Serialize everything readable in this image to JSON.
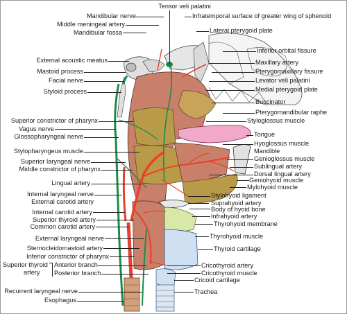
{
  "labels": {
    "tensor_veli_palatini": "Tensor veli palatini",
    "mandibular_nerve": "Mandibular nerve",
    "middle_meningeal_artery": "Middle meningeal artery",
    "mandibular_fossa": "Mandibular fossa",
    "infratemporal_surface": "Infratemporal surface of greater wing of sphenoid",
    "lateral_pterygoid_plate": "Lateral pterygoid plate",
    "external_acoustic_meatus": "External acoustic meatus",
    "inferior_orbital_fissure": "Inferior orbital fissure",
    "mastoid_process": "Mastoid process",
    "maxillary_artery": "Maxillary artery",
    "facial_nerve": "Facial nerve",
    "pterygomaxillary_fissure": "Pterygomaxillary fissure",
    "styloid_process": "Styloid process",
    "levator_veli_palatini": "Levator veli palatini",
    "medial_pterygoid_plate": "Medial pterygoid plate",
    "buccinator": "Buccinator",
    "superior_constrictor": "Superior constrictor of pharynx",
    "pterygomandibular_raphe": "Pterygomandibular raphe",
    "vagus_nerve": "Vagus nerve",
    "styloglossus_muscle": "Styloglossus muscle",
    "glossopharyngeal_nerve": "Glossopharyngeal nerve",
    "tongue": "Tongue",
    "hyoglossus_muscle": "Hyoglossus muscle",
    "stylopharyngeus_muscle": "Stylopharyngeus muscle",
    "mandible": "Mandible",
    "genioglossus_muscle": "Genioglossus muscle",
    "superior_laryngeal_nerve": "Superior laryngeal nerve",
    "sublingual_artery": "Sublingual artery",
    "middle_constrictor": "Middle constrictor of pharynx",
    "dorsal_lingual_artery": "Dorsal lingual artery",
    "geniohyoid_muscle": "Geniohyoid muscle",
    "lingual_artery": "Lingual artery",
    "mylohyoid_muscle": "Mylohyoid muscle",
    "internal_laryngeal_nerve": "Internal laryngeal nerve",
    "stylohyoid_ligament": "Stylohyoid ligament",
    "external_carotid_artery": "External carotid artery",
    "suprahyoid_artery": "Suprahyoid artery",
    "body_of_hyoid_bone": "Body of hyoid bone",
    "internal_carotid_artery": "Internal carotid artery",
    "infrahyoid_artery": "Infrahyoid artery",
    "superior_thyroid_artery": "Superior thyroid artery",
    "thyrohyoid_membrane": "Thyrohyoid membrane",
    "common_carotid_artery": "Common carotid artery",
    "thyrohyoid_muscle": "Thyrohyoid muscle",
    "external_laryngeal_nerve": "External laryngeal nerve",
    "sternocleidomastoid_artery": "Sternocleidomastoid artery",
    "thyroid_cartilage": "Thyroid cartilage",
    "inferior_constrictor": "Inferior constrictor of pharynx",
    "superior_thyroid": "Superior thyroid",
    "artery": "artery",
    "anterior_branch": "Anterior branch",
    "posterior_branch": "Posterior branch",
    "cricothyroid_artery": "Cricothyroid artery",
    "cricothyroid_muscle": "Cricothyroid muscle",
    "cricoid_cartilage": "Cricoid cartilage",
    "recurrent_laryngeal_nerve": "Recurrent laryngeal nerve",
    "trachea": "Trachea",
    "esophagus": "Esophagus"
  },
  "colors": {
    "muscle": "#c8806a",
    "muscle_dark": "#a85a48",
    "constrictor": "#b89a48",
    "artery": "#e8402a",
    "nerve": "#1e8a4a",
    "bone": "#e2e2e2",
    "skull_line": "#555555",
    "tongue": "#f2a8c8",
    "cartilage": "#cfe0f2",
    "membrane": "#d8e8a8",
    "outline": "#111111"
  }
}
